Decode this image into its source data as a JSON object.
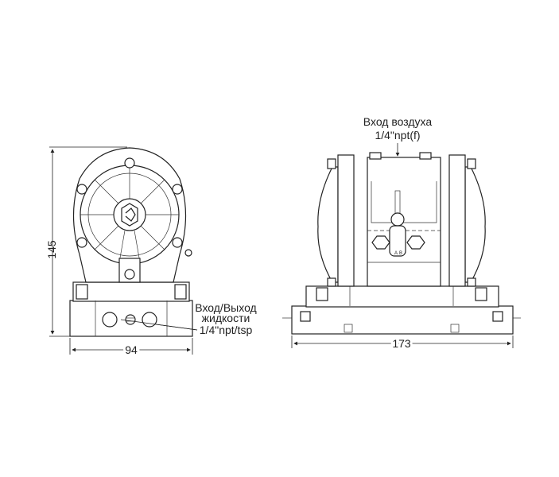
{
  "front_view": {
    "height_dimension": "145",
    "width_dimension": "94",
    "fluid_port_label_line1": "Вход/Выход",
    "fluid_port_label_line2": "жидкости",
    "fluid_port_size": "1/4\"npt/tsp"
  },
  "side_view": {
    "air_inlet_label": "Вход воздуха",
    "air_inlet_size": "1/4\"npt(f)",
    "width_dimension": "173",
    "port_a": "A",
    "port_b": "B"
  }
}
